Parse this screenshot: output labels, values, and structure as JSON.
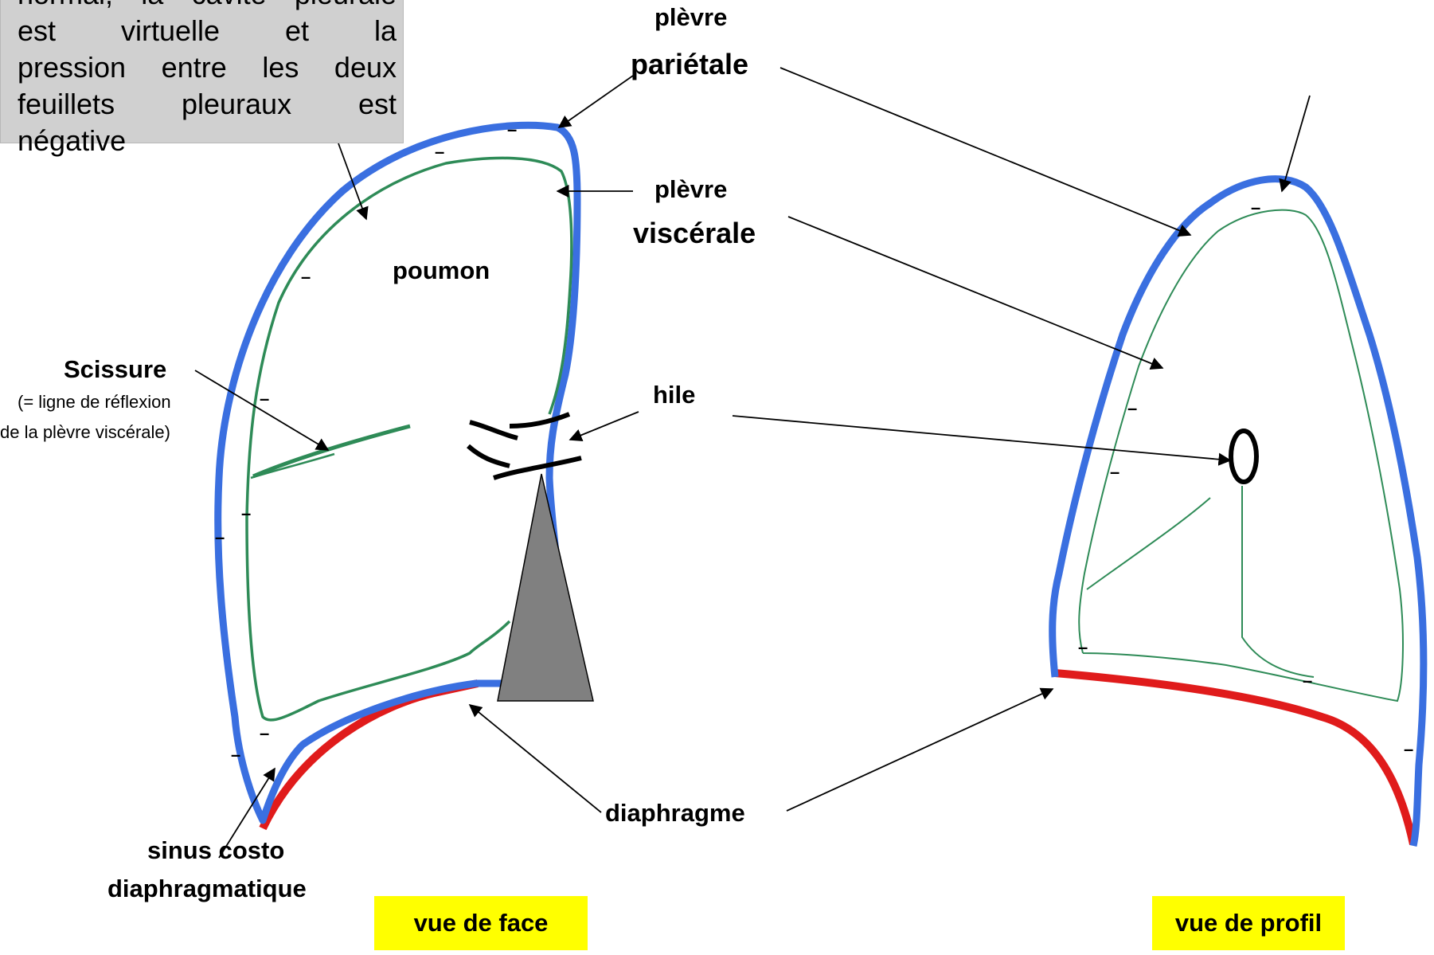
{
  "note": {
    "line1": "normal, la cavité pleurale",
    "line2": "est virtuelle et la",
    "line3": "pression entre les deux",
    "line4": "feuillets pleuraux est",
    "line5": "négative"
  },
  "labels": {
    "plevre_parietale_1": "plèvre",
    "plevre_parietale_2": "pariétale",
    "plevre_viscerale_1": "plèvre",
    "plevre_viscerale_2": "viscérale",
    "poumon": "poumon",
    "scissure": "Scissure",
    "scissure_note_1": "(= ligne de réflexion",
    "scissure_note_2": "de la plèvre viscérale)",
    "hile": "hile",
    "diaphragme": "diaphragme",
    "sinus_1": "sinus costo",
    "sinus_2": "diaphragmatique",
    "minus": "–"
  },
  "views": {
    "face": "vue de face",
    "profil": "vue de profil"
  },
  "colors": {
    "parietal": "#3a6fe0",
    "visceral": "#2e8b57",
    "diaphragm": "#e01b1b",
    "mediastinum": "#808080",
    "tag": "#ffff00"
  }
}
